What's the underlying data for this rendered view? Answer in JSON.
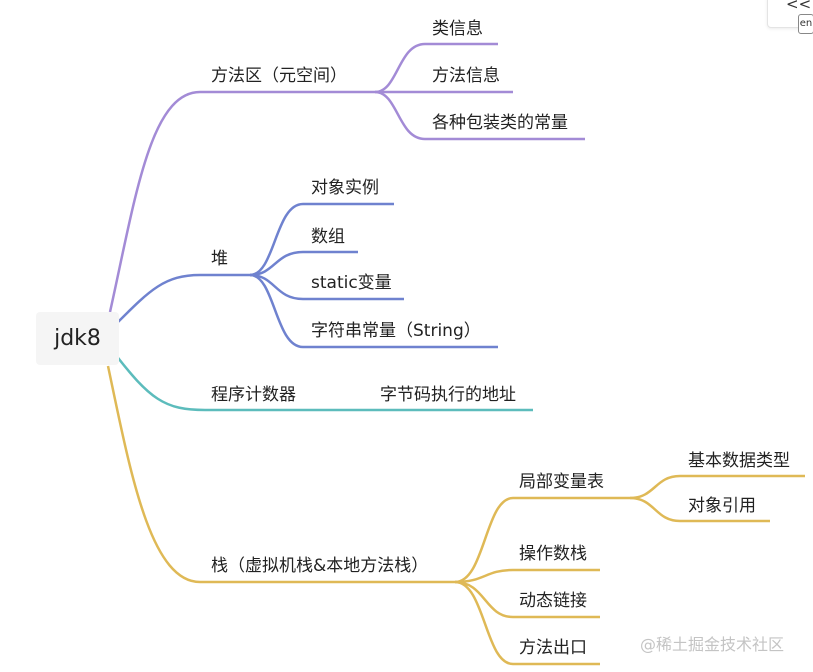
{
  "root": {
    "label": "jdk8"
  },
  "branches": [
    {
      "label": "方法区（元空间）",
      "color": "#a38bd6",
      "children": [
        {
          "label": "类信息"
        },
        {
          "label": "方法信息"
        },
        {
          "label": "各种包装类的常量"
        }
      ]
    },
    {
      "label": "堆",
      "color": "#6f82cf",
      "children": [
        {
          "label": "对象实例"
        },
        {
          "label": "数组"
        },
        {
          "label": "static变量"
        },
        {
          "label": "字符串常量（String）"
        }
      ]
    },
    {
      "label": "程序计数器",
      "color": "#5cbcbc",
      "children": [
        {
          "label": "字节码执行的地址"
        }
      ]
    },
    {
      "label": "栈（虚拟机栈&本地方法栈）",
      "color": "#dfb956",
      "children": [
        {
          "label": "局部变量表",
          "children": [
            {
              "label": "基本数据类型"
            },
            {
              "label": "对象引用"
            }
          ]
        },
        {
          "label": "操作数栈"
        },
        {
          "label": "动态链接"
        },
        {
          "label": "方法出口"
        }
      ]
    }
  ],
  "toolbar": {
    "collapse_glyph": "<<",
    "badge": "en"
  },
  "watermark": "@稀土掘金技术社区"
}
